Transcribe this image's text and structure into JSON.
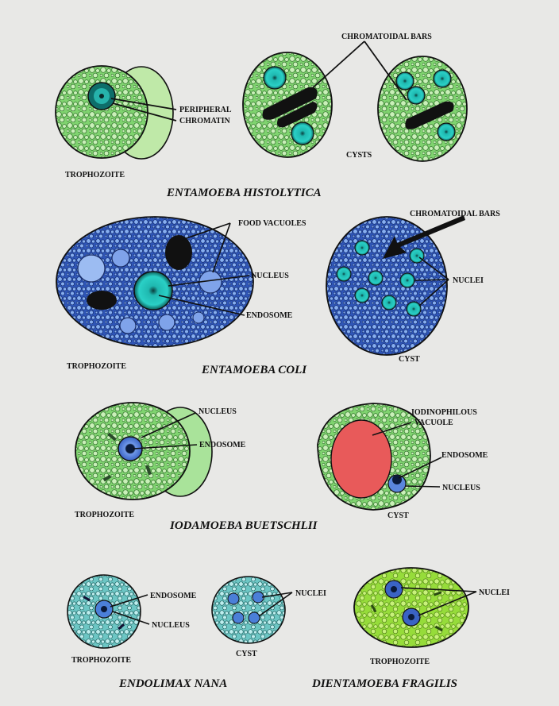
{
  "sections": {
    "histolytica": {
      "title": "ENTAMOEBA HISTOLYTICA",
      "trophozoite": "TROPHOZOITE",
      "peripheral1": "PERIPHERAL",
      "peripheral2": "CHROMATIN",
      "chromatoidal": "CHROMATOIDAL BARS",
      "cysts": "CYSTS"
    },
    "coli": {
      "title": "ENTAMOEBA COLI",
      "trophozoite": "TROPHOZOITE",
      "food_vacuoles": "FOOD VACUOLES",
      "nucleus": "NUCLEUS",
      "endosome": "ENDOSOME",
      "chromatoidal": "CHROMATOIDAL BARS",
      "nuclei": "NUCLEI",
      "cyst": "CYST"
    },
    "buetschlii": {
      "title": "IODAMOEBA BUETSCHLII",
      "trophozoite": "TROPHOZOITE",
      "nucleus": "NUCLEUS",
      "endosome": "ENDOSOME",
      "iodino1": "IODINOPHILOUS",
      "iodino2": "VACUOLE",
      "cyst_endosome": "ENDOSOME",
      "cyst_nucleus": "NUCLEUS",
      "cyst": "CYST"
    },
    "nana": {
      "title": "ENDOLIMAX NANA",
      "trophozoite": "TROPHOZOITE",
      "endosome": "ENDOSOME",
      "nucleus": "NUCLEUS",
      "nuclei": "NUCLEI",
      "cyst": "CYST"
    },
    "fragilis": {
      "title": "DIENTAMOEBA FRAGILIS",
      "nuclei": "NUCLEI",
      "trophozoite": "TROPHOZOITE"
    }
  },
  "colors": {
    "green_cell": "#8fe07c",
    "green_bubble": "#c9f0b8",
    "blue_cell": "#3a63c4",
    "blue_bubble": "#7fa8ef",
    "cyan_nucleus": "#1fb8b0",
    "light_teal_cell": "#8fd6d4",
    "lime_cell": "#a8e84c",
    "red_vacuole": "#e85a5a",
    "bar_black": "#111111"
  }
}
